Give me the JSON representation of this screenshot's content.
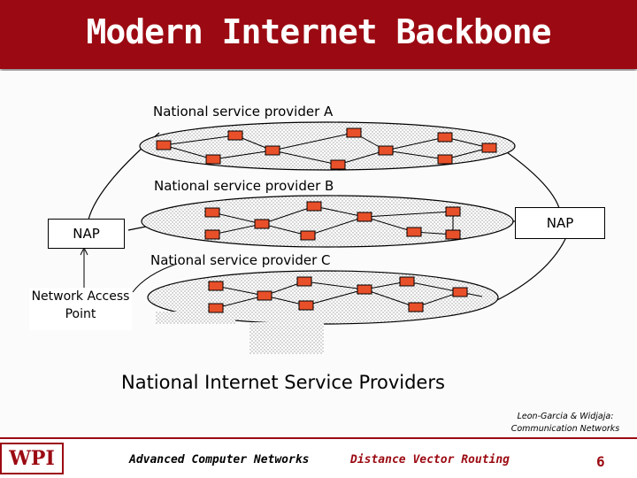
{
  "title": "Modern Internet Backbone",
  "networks": {
    "provider_a": "National service provider A",
    "provider_b": "National service provider B",
    "provider_c": "National service provider C"
  },
  "nap_left": "NAP",
  "nap_right": "NAP",
  "nap_definition": {
    "line1": "Network Access",
    "line2": "Point"
  },
  "main_label": "National Internet Service Providers",
  "citation": {
    "line1": "Leon-Garcia & Widjaja:",
    "line2": "Communication Networks"
  },
  "footer": {
    "logo": "WPI",
    "course": "Advanced Computer Networks",
    "topic": "Distance Vector Routing",
    "page": "6"
  },
  "colors": {
    "accent": "#9b0a12",
    "router": "#e8502a"
  }
}
